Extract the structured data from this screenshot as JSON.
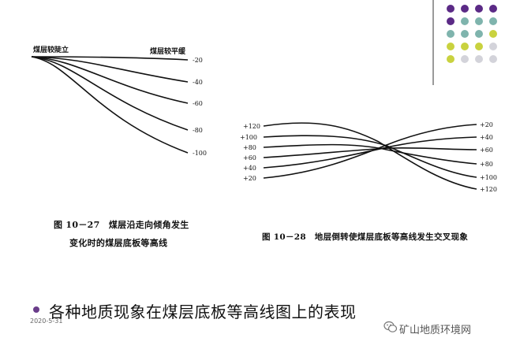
{
  "fig27": {
    "label_left": "煤层较陡立",
    "label_right": "煤层较平缓",
    "contours": [
      "-20",
      "-40",
      "-60",
      "-80",
      "-100"
    ],
    "caption_line1": "图 10－27　煤层沿走向倾角发生",
    "caption_line2": "变化时的煤层底板等高线"
  },
  "fig28": {
    "left_labels": [
      "+120",
      "+100",
      "+80",
      "+60",
      "+40",
      "+20"
    ],
    "right_labels": [
      "+20",
      "+40",
      "+60",
      "+80",
      "+100",
      "+120"
    ],
    "caption": "图 10－28　地层倒转使煤层底板等高线发生交叉现象"
  },
  "headline": "各种地质现象在煤层底板等高线图上的表现",
  "date": "2020-5-31",
  "watermark": "矿山地质环境网",
  "colors": {
    "purple": "#5b2a86",
    "teal": "#7fb4ad",
    "olive": "#c9d23f",
    "lightgray": "#d3d3da"
  }
}
